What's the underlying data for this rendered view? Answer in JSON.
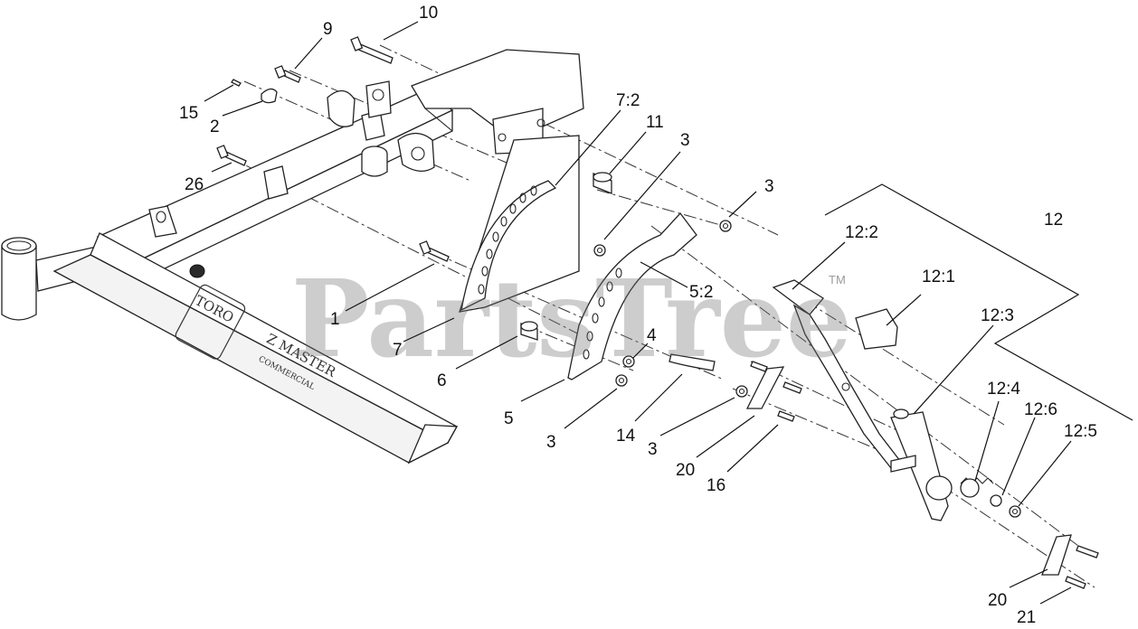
{
  "watermark": {
    "text": "PartsTree",
    "trademark": "TM"
  },
  "frame_decals": {
    "brand": "TORO",
    "model": "Z MASTER",
    "sub": "COMMERCIAL"
  },
  "callouts": [
    {
      "id": "c-10",
      "label": "10"
    },
    {
      "id": "c-9",
      "label": "9"
    },
    {
      "id": "c-15",
      "label": "15"
    },
    {
      "id": "c-2",
      "label": "2"
    },
    {
      "id": "c-26",
      "label": "26"
    },
    {
      "id": "c-7-2",
      "label": "7:2"
    },
    {
      "id": "c-11",
      "label": "11"
    },
    {
      "id": "c-3a",
      "label": "3"
    },
    {
      "id": "c-3b",
      "label": "3"
    },
    {
      "id": "c-12",
      "label": "12"
    },
    {
      "id": "c-12-2",
      "label": "12:2"
    },
    {
      "id": "c-12-1",
      "label": "12:1"
    },
    {
      "id": "c-5-2",
      "label": "5:2"
    },
    {
      "id": "c-12-3",
      "label": "12:3"
    },
    {
      "id": "c-1",
      "label": "1"
    },
    {
      "id": "c-7",
      "label": "7"
    },
    {
      "id": "c-4",
      "label": "4"
    },
    {
      "id": "c-6",
      "label": "6"
    },
    {
      "id": "c-12-4",
      "label": "12:4"
    },
    {
      "id": "c-12-6",
      "label": "12:6"
    },
    {
      "id": "c-12-5",
      "label": "12:5"
    },
    {
      "id": "c-5",
      "label": "5"
    },
    {
      "id": "c-3c",
      "label": "3"
    },
    {
      "id": "c-14",
      "label": "14"
    },
    {
      "id": "c-3d",
      "label": "3"
    },
    {
      "id": "c-20a",
      "label": "20"
    },
    {
      "id": "c-16",
      "label": "16"
    },
    {
      "id": "c-20b",
      "label": "20"
    },
    {
      "id": "c-21",
      "label": "21"
    }
  ]
}
